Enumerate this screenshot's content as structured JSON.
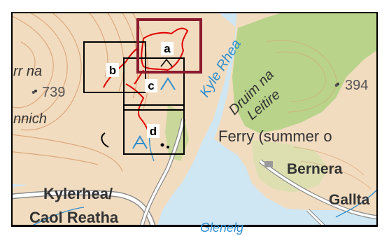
{
  "map": {
    "place_labels": {
      "coire_partial": "rr na",
      "height_739": "739",
      "coire_partial_2": "nnich",
      "kyle_rhea": "Kyle Rhea",
      "druim_na": "Druim na",
      "leitire": "Leitire",
      "height_394": "394",
      "ferry": "Ferry (summer o",
      "bernera": "Bernera",
      "galltair": "Gallta",
      "kylerhea": "Kylerhea/",
      "caol_reatha": "Caol Reatha",
      "glenelg": "Glenelg"
    },
    "boxes": {
      "a": "a",
      "b": "b",
      "c": "c",
      "d": "d"
    },
    "colors": {
      "sea": "#cfe6f3",
      "highland": "#f2dcc0",
      "woodland": "#b9d48a",
      "contour": "#d9a070",
      "road": "#ffffff",
      "track_red": "#e00000",
      "highlight_box": "#8b1a2e",
      "label_blue": "#2f8fd0",
      "label_dark": "#222222"
    }
  }
}
